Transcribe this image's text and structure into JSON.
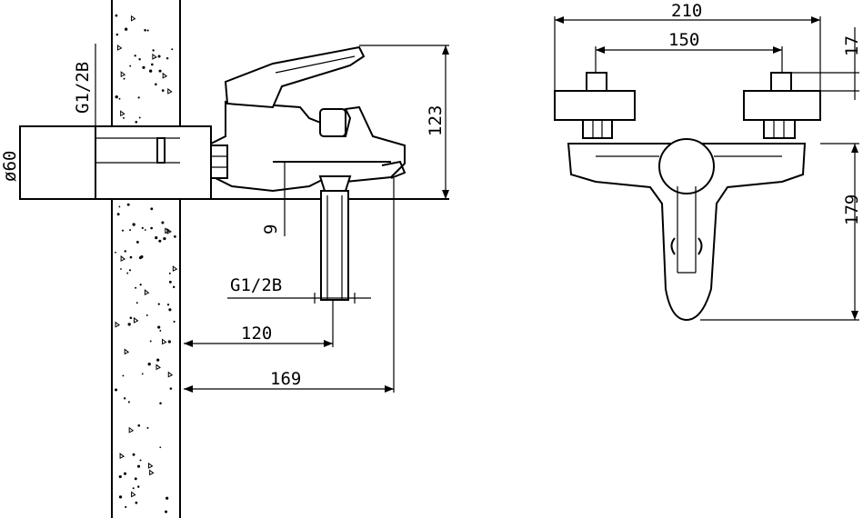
{
  "side_view": {
    "wall_thread": "G1/2B",
    "flange_diameter": "ø60",
    "height_dim": "123",
    "spout_gap": "9",
    "outlet_thread": "G1/2B",
    "projection_to_outlet": "120",
    "projection_total": "169"
  },
  "front_view": {
    "overall_width": "210",
    "center_distance": "150",
    "nut_height": "17",
    "total_height": "179"
  }
}
